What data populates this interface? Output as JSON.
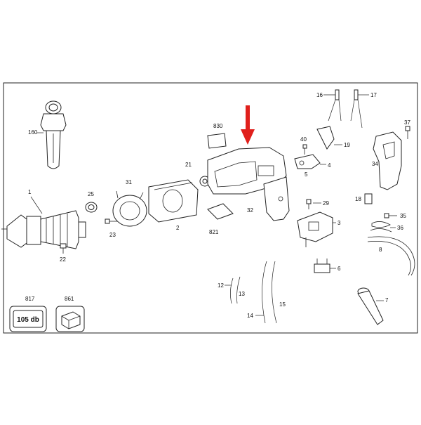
{
  "labels": {
    "p1": "1",
    "p2": "2",
    "p3": "3",
    "p4": "4",
    "p5": "5",
    "p6": "6",
    "p7": "7",
    "p8": "8",
    "p12": "12",
    "p13": "13",
    "p14": "14",
    "p15": "15",
    "p16": "16",
    "p17": "17",
    "p18": "18",
    "p19": "19",
    "p21": "21",
    "p22": "22",
    "p23": "23",
    "p25": "25",
    "p29": "29",
    "p31": "31",
    "p32": "32",
    "p34": "34",
    "p35": "35",
    "p36": "36",
    "p37": "37",
    "p40": "40",
    "p160": "160",
    "p817": "817",
    "p821": "821",
    "p830": "830",
    "p861": "861"
  },
  "badge_text": "105 db",
  "colors": {
    "arrow": "#e0201c",
    "line": "#222222"
  }
}
